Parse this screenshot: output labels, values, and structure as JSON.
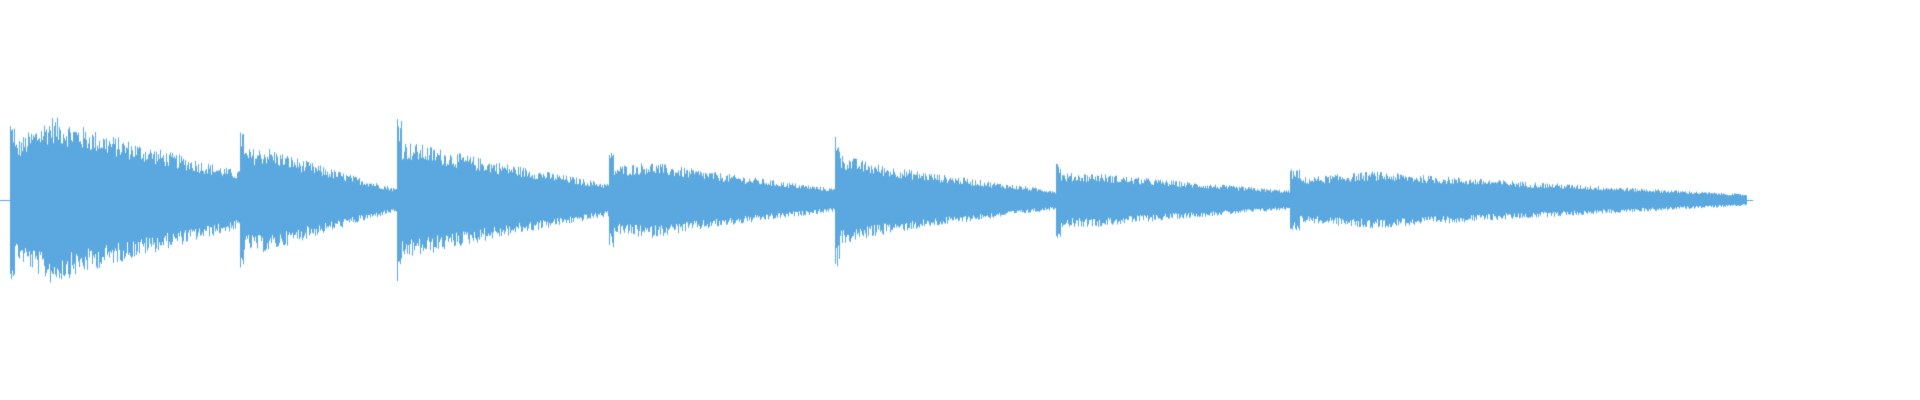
{
  "waveform": {
    "color": "#5ba8e0",
    "background": "#ffffff",
    "segments": [
      {
        "start": 0.005,
        "end": 0.125,
        "onset_amplitude": 0.82,
        "peak_amplitude": 0.88,
        "end_amplitude": 0.3
      },
      {
        "start": 0.125,
        "end": 0.207,
        "onset_amplitude": 0.75,
        "peak_amplitude": 0.55,
        "end_amplitude": 0.12
      },
      {
        "start": 0.207,
        "end": 0.317,
        "onset_amplitude": 0.9,
        "peak_amplitude": 0.55,
        "end_amplitude": 0.17
      },
      {
        "start": 0.317,
        "end": 0.435,
        "onset_amplitude": 0.5,
        "peak_amplitude": 0.4,
        "end_amplitude": 0.12
      },
      {
        "start": 0.435,
        "end": 0.55,
        "onset_amplitude": 0.7,
        "peak_amplitude": 0.38,
        "end_amplitude": 0.1
      },
      {
        "start": 0.55,
        "end": 0.672,
        "onset_amplitude": 0.4,
        "peak_amplitude": 0.28,
        "end_amplitude": 0.1
      },
      {
        "start": 0.672,
        "end": 0.91,
        "onset_amplitude": 0.32,
        "peak_amplitude": 0.3,
        "end_amplitude": 0.06
      }
    ]
  }
}
